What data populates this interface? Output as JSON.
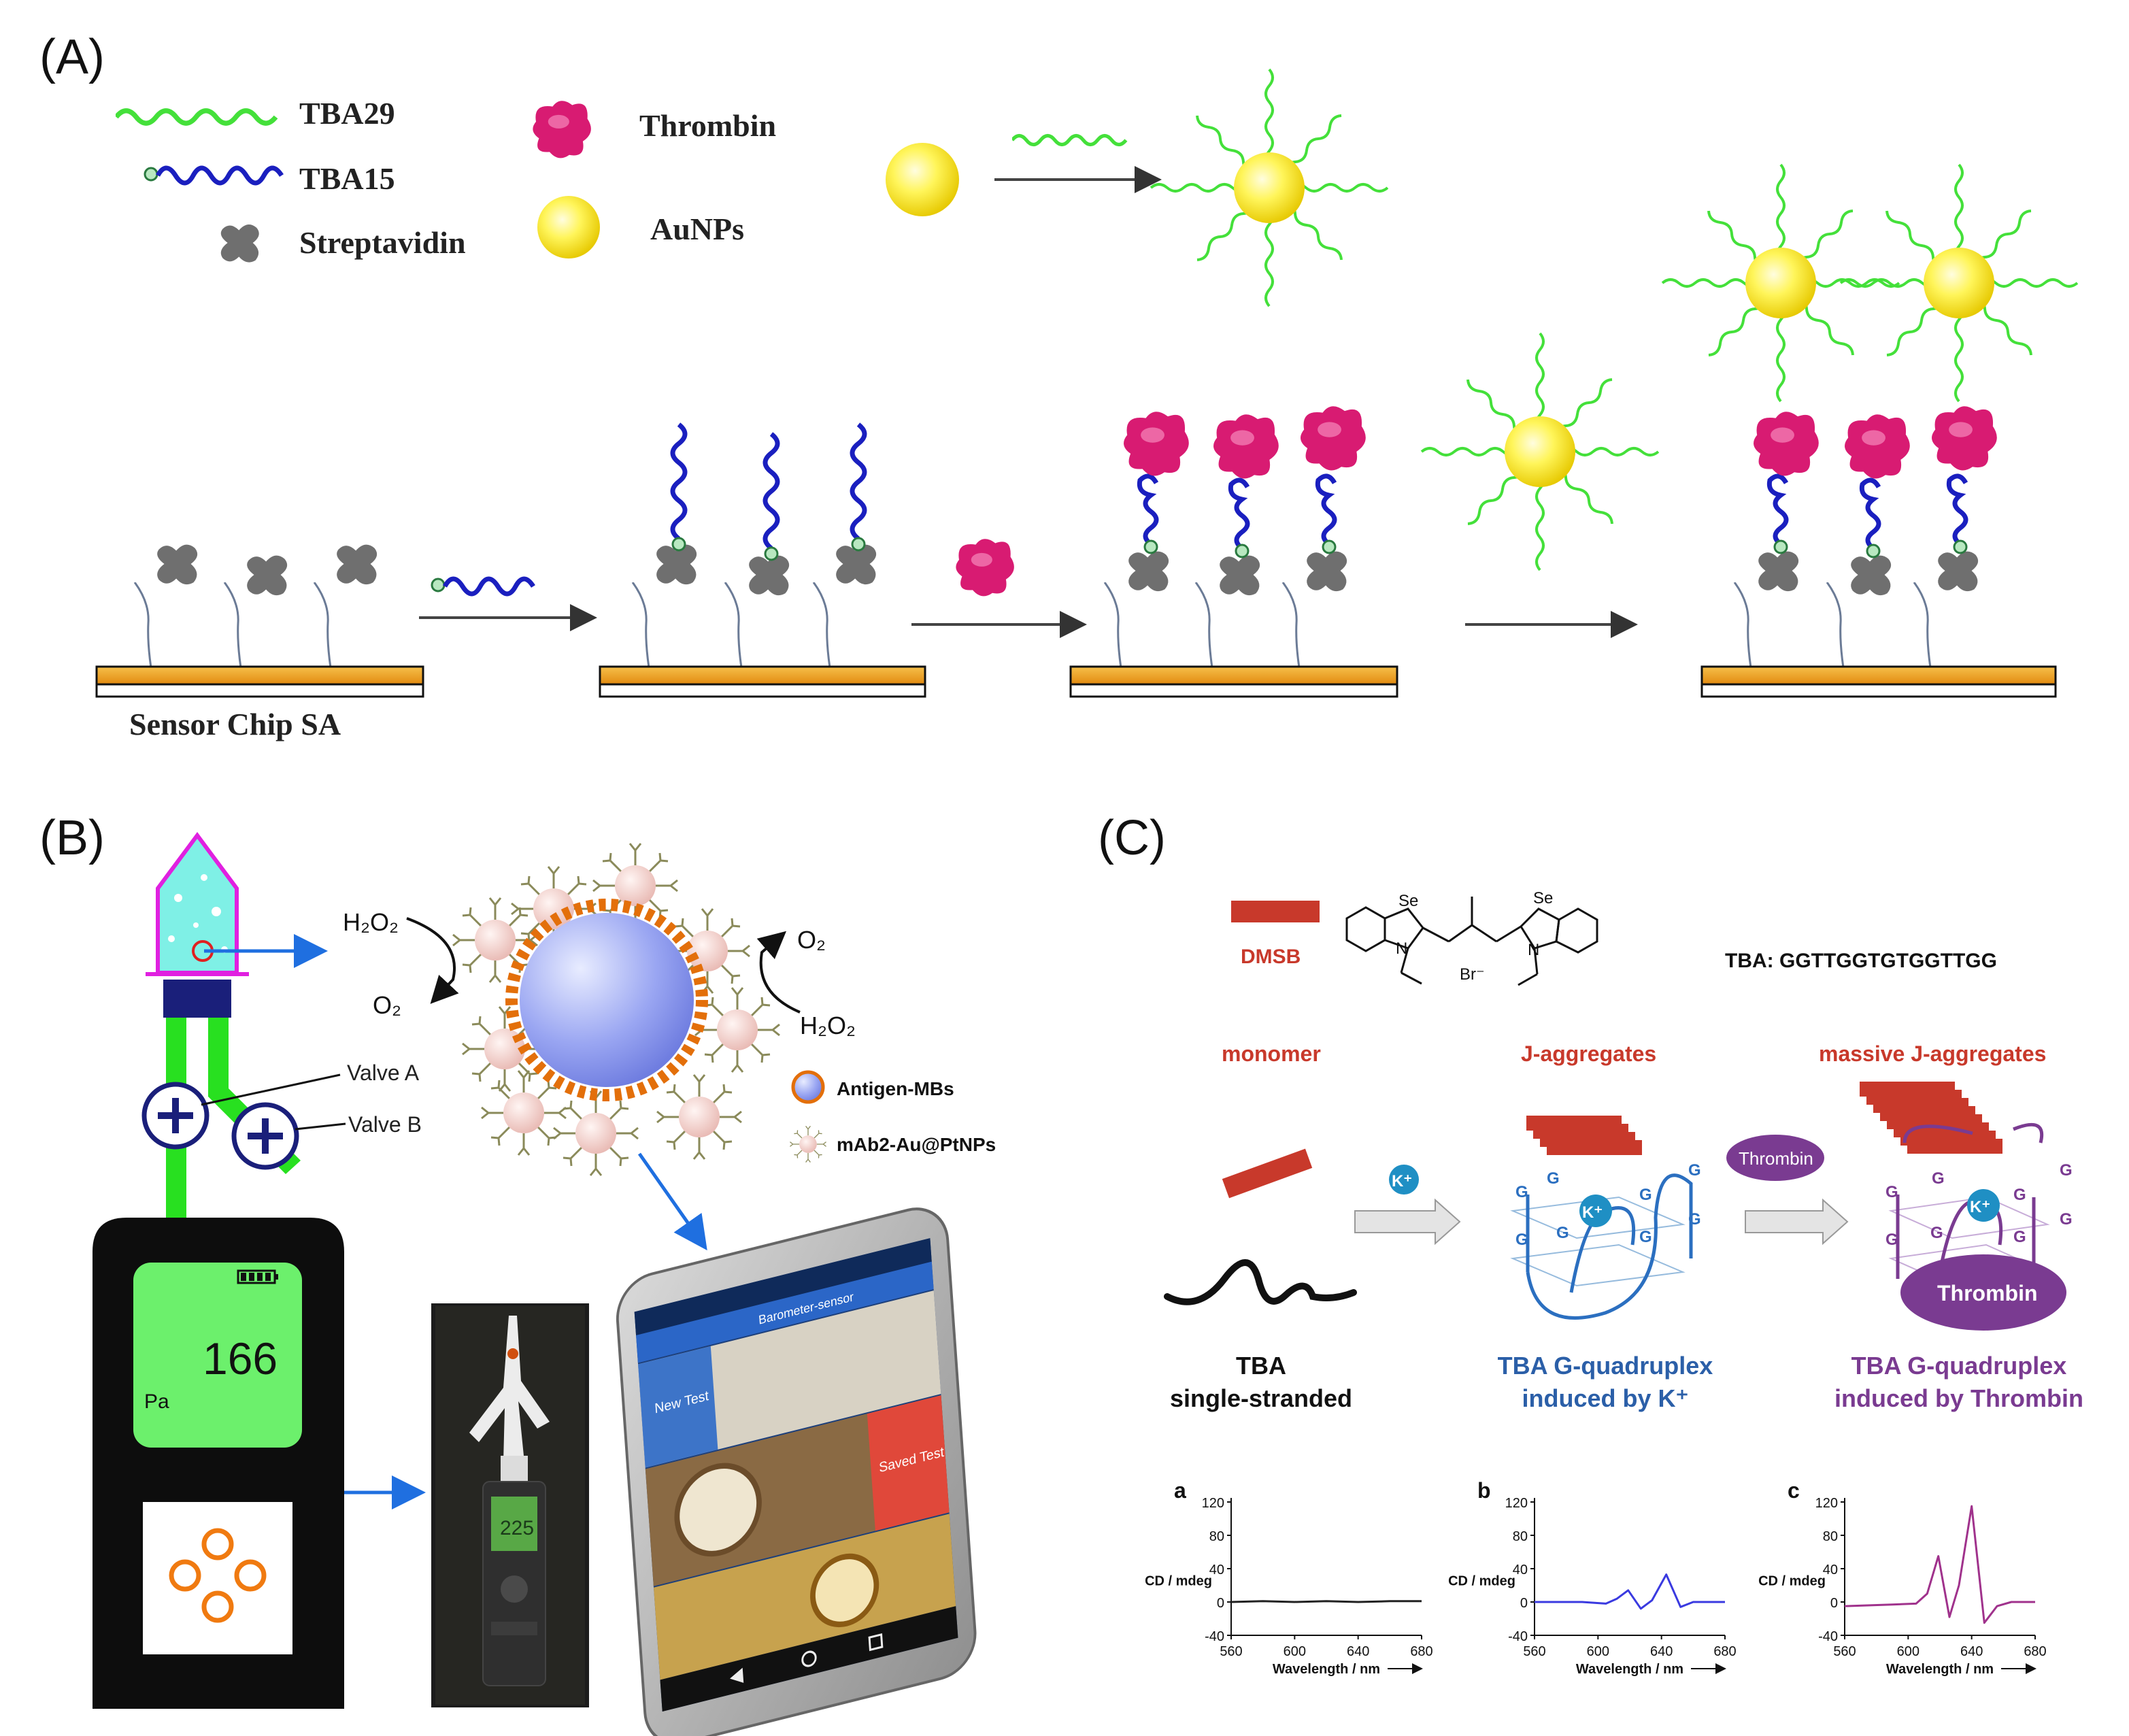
{
  "panel_a": {
    "label": "(A)",
    "legend": {
      "tba29": "TBA29",
      "tba15": "TBA15",
      "streptavidin": "Streptavidin",
      "thrombin": "Thrombin",
      "aunps": "AuNPs"
    },
    "chip_label": "Sensor Chip SA"
  },
  "panel_b": {
    "label": "(B)",
    "h2o2_left": "H₂O₂",
    "o2_left": "O₂",
    "o2_right": "O₂",
    "h2o2_right": "H₂O₂",
    "valve_a": "Valve A",
    "valve_b": "Valve B",
    "legend_antigen": "Antigen-MBs",
    "legend_mab": "mAb2-Au@PtNPs",
    "meter_value": "166",
    "meter_unit": "Pa",
    "photo_reading": "225",
    "phone_title": "Barometer-sensor",
    "phone_new_test": "New Test",
    "phone_saved_test": "Saved Test"
  },
  "panel_c": {
    "label": "(C)",
    "dmsb": "DMSB",
    "se_top_left": "Se",
    "se_top_right": "Se",
    "n_left": "N",
    "n_right": "N",
    "br": "Br⁻",
    "tba_sequence": "TBA: GGTTGGTGTGGTTGG",
    "state_monomer": "monomer",
    "state_j": "J-aggregates",
    "state_massive": "massive J-aggregates",
    "k_ion": "K⁺",
    "thrombin_pill": "Thrombin",
    "thrombin_ellipse": "Thrombin",
    "g": "G",
    "caption_1a": "TBA",
    "caption_1b": "single-stranded",
    "caption_2a": "TBA G-quadruplex",
    "caption_2b": "induced by K⁺",
    "caption_3a": "TBA G-quadruplex",
    "caption_3b": "induced by Thrombin",
    "colors": {
      "red": "#c8392b",
      "blue": "#2b5fa8",
      "purple": "#7a3b91",
      "teal": "#1f8fc4"
    }
  },
  "chart_data": [
    {
      "type": "line",
      "panel_letter": "a",
      "ylabel": "CD / mdeg",
      "xlabel": "Wavelength / nm",
      "xlim": [
        560,
        680
      ],
      "ylim": [
        -40,
        120
      ],
      "xticks": [
        560,
        600,
        640,
        680
      ],
      "yticks": [
        -40,
        0,
        40,
        80,
        120
      ],
      "color": "#222222",
      "x": [
        560,
        580,
        600,
        620,
        640,
        660,
        680
      ],
      "y": [
        0,
        1,
        0,
        1,
        0,
        1,
        1
      ]
    },
    {
      "type": "line",
      "panel_letter": "b",
      "ylabel": "CD / mdeg",
      "xlabel": "Wavelength / nm",
      "xlim": [
        560,
        680
      ],
      "ylim": [
        -40,
        120
      ],
      "xticks": [
        560,
        600,
        640,
        680
      ],
      "yticks": [
        -40,
        0,
        40,
        80,
        120
      ],
      "color": "#3a3ae0",
      "x": [
        560,
        590,
        605,
        612,
        619,
        627,
        634,
        643,
        652,
        660,
        680
      ],
      "y": [
        0,
        0,
        -2,
        4,
        14,
        -8,
        2,
        33,
        -6,
        0,
        0
      ]
    },
    {
      "type": "line",
      "panel_letter": "c",
      "ylabel": "CD / mdeg",
      "xlabel": "Wavelength / nm",
      "xlim": [
        560,
        680
      ],
      "ylim": [
        -40,
        120
      ],
      "xticks": [
        560,
        600,
        640,
        680
      ],
      "yticks": [
        -40,
        0,
        40,
        80,
        120
      ],
      "color": "#a0328c",
      "x": [
        560,
        590,
        605,
        612,
        619,
        626,
        632,
        640,
        648,
        656,
        665,
        680
      ],
      "y": [
        -5,
        -3,
        -2,
        10,
        55,
        -18,
        20,
        115,
        -25,
        -5,
        0,
        0
      ]
    }
  ]
}
